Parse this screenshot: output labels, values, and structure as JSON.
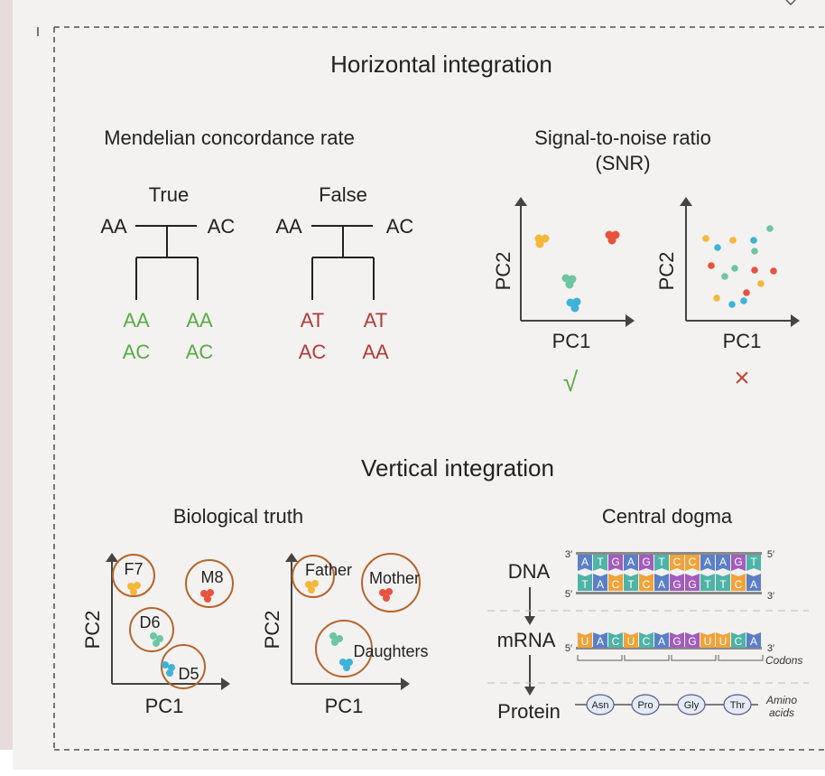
{
  "horizontal": {
    "title": "Horizontal integration",
    "mendelian": {
      "title": "Mendelian concordance rate",
      "true_case": {
        "label": "True",
        "parent_left": "AA",
        "parent_right": "AC",
        "child1": [
          "AA",
          "AC"
        ],
        "child2": [
          "AA",
          "AC"
        ]
      },
      "false_case": {
        "label": "False",
        "parent_left": "AA",
        "parent_right": "AC",
        "child1": [
          "AT",
          "AC"
        ],
        "child2": [
          "AT",
          "AA"
        ]
      }
    },
    "snr": {
      "title_line1": "Signal-to-noise ratio",
      "title_line2": "(SNR)",
      "xlabel": "PC1",
      "ylabel": "PC2",
      "good_mark": "√",
      "bad_mark": "×"
    }
  },
  "vertical": {
    "title": "Vertical integration",
    "bio_truth": {
      "title": "Biological truth",
      "xlabel": "PC1",
      "ylabel": "PC2",
      "plot1_labels": [
        "F7",
        "M8",
        "D6",
        "D5"
      ],
      "plot2_labels": [
        "Father",
        "Mother",
        "Daughters"
      ]
    },
    "dogma": {
      "title": "Central dogma",
      "dna_label": "DNA",
      "mrna_label": "mRNA",
      "protein_label": "Protein",
      "dna_top": [
        "A",
        "T",
        "G",
        "A",
        "G",
        "T",
        "C",
        "C",
        "A",
        "A",
        "G",
        "T"
      ],
      "dna_bottom": [
        "T",
        "A",
        "C",
        "T",
        "C",
        "A",
        "G",
        "G",
        "T",
        "T",
        "C",
        "A"
      ],
      "mrna": [
        "U",
        "A",
        "C",
        "U",
        "C",
        "A",
        "G",
        "G",
        "U",
        "U",
        "C",
        "A"
      ],
      "prime_3": "3′",
      "prime_5": "5′",
      "codons_label": "Codons",
      "amino_label_line1": "Amino",
      "amino_label_line2": "acids",
      "amino_acids": [
        "Asn",
        "Pro",
        "Gly",
        "Thr"
      ]
    }
  },
  "colors": {
    "green": "#5aaa46",
    "red": "#b33a3a",
    "orange_ring": "#b5652c",
    "yellow": "#f4b73a",
    "orange_dot": "#e8523c",
    "teal": "#6cc6a0",
    "blue": "#3fb2d8"
  }
}
